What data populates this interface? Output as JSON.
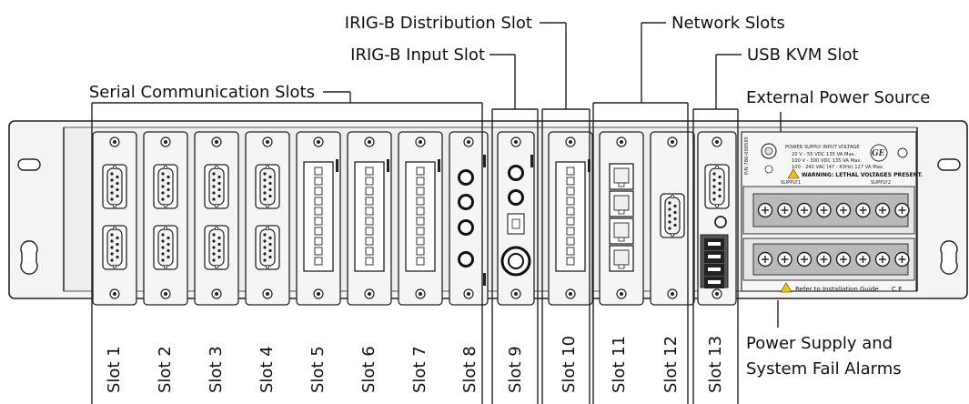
{
  "callouts": {
    "irigb_distribution": "IRIG-B Distribution Slot",
    "network_slots": "Network Slots",
    "irigb_input": "IRIG-B Input Slot",
    "usb_kvm": "USB KVM Slot",
    "serial_comm": "Serial Communication Slots",
    "external_power": "External Power Source",
    "power_alarms_line1": "Power Supply and",
    "power_alarms_line2": "System Fail Alarms"
  },
  "slots": [
    "Slot 1",
    "Slot 2",
    "Slot 3",
    "Slot 4",
    "Slot 5",
    "Slot 6",
    "Slot 7",
    "Slot 8",
    "Slot 9",
    "Slot 10",
    "Slot 11",
    "Slot 12",
    "Slot 13"
  ],
  "power_panel": {
    "title": "POWER SUPPLY INPUT VOLTAGE",
    "line1": "20 V - 55 VDC 135 VA Max.",
    "line2": "100 V - 300 VDC 135 VA Max.",
    "line3": "100 - 240 VAC (47 - 63Hz) 127 VA Max.",
    "warning": "WARNING: LETHAL VOLTAGES PRESENT.",
    "supply1": "SUPPLY1",
    "supply2": "SUPPLY2",
    "pn": "P/N 780-000595",
    "refer": "Refer to Installation Guide",
    "ce": "C E",
    "brand": "GE"
  }
}
